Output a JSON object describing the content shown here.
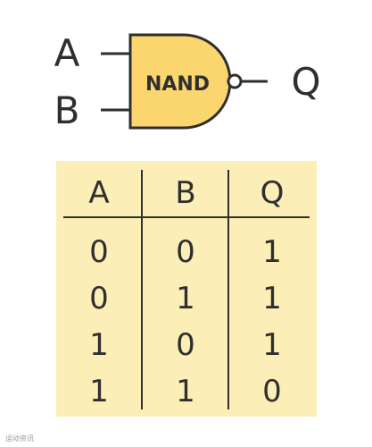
{
  "gate": {
    "label": "NAND",
    "inputs": [
      "A",
      "B"
    ],
    "output": "Q",
    "fill_color": "#fbd66e",
    "stroke_color": "#2f2f2f"
  },
  "truth_table": {
    "headers": [
      "A",
      "B",
      "Q"
    ],
    "rows": [
      [
        "0",
        "0",
        "1"
      ],
      [
        "0",
        "1",
        "1"
      ],
      [
        "1",
        "0",
        "1"
      ],
      [
        "1",
        "1",
        "0"
      ]
    ],
    "background_color": "#fbeeb6"
  },
  "watermark": "运动资讯"
}
